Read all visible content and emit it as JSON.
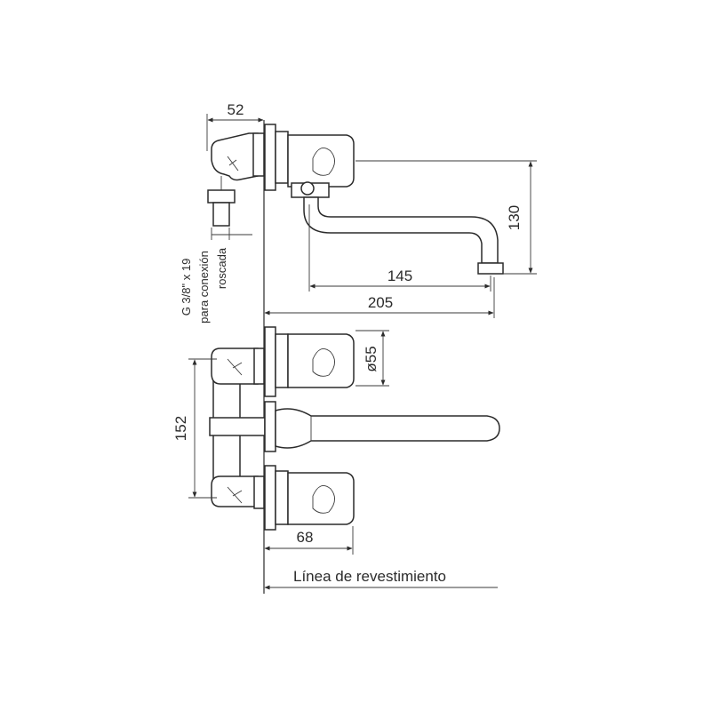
{
  "dimensions": {
    "connector_depth": "52",
    "spout_height": "130",
    "spout_reach": "145",
    "total_reach": "205",
    "handle_diameter": "ø55",
    "center_distance": "152",
    "handle_depth": "68"
  },
  "notes": {
    "thread_line1": "G 3/8\" x 19",
    "thread_line2": "para conexión",
    "thread_line3": "roscada"
  },
  "labels": {
    "wall_line": "Línea de revestimiento"
  }
}
